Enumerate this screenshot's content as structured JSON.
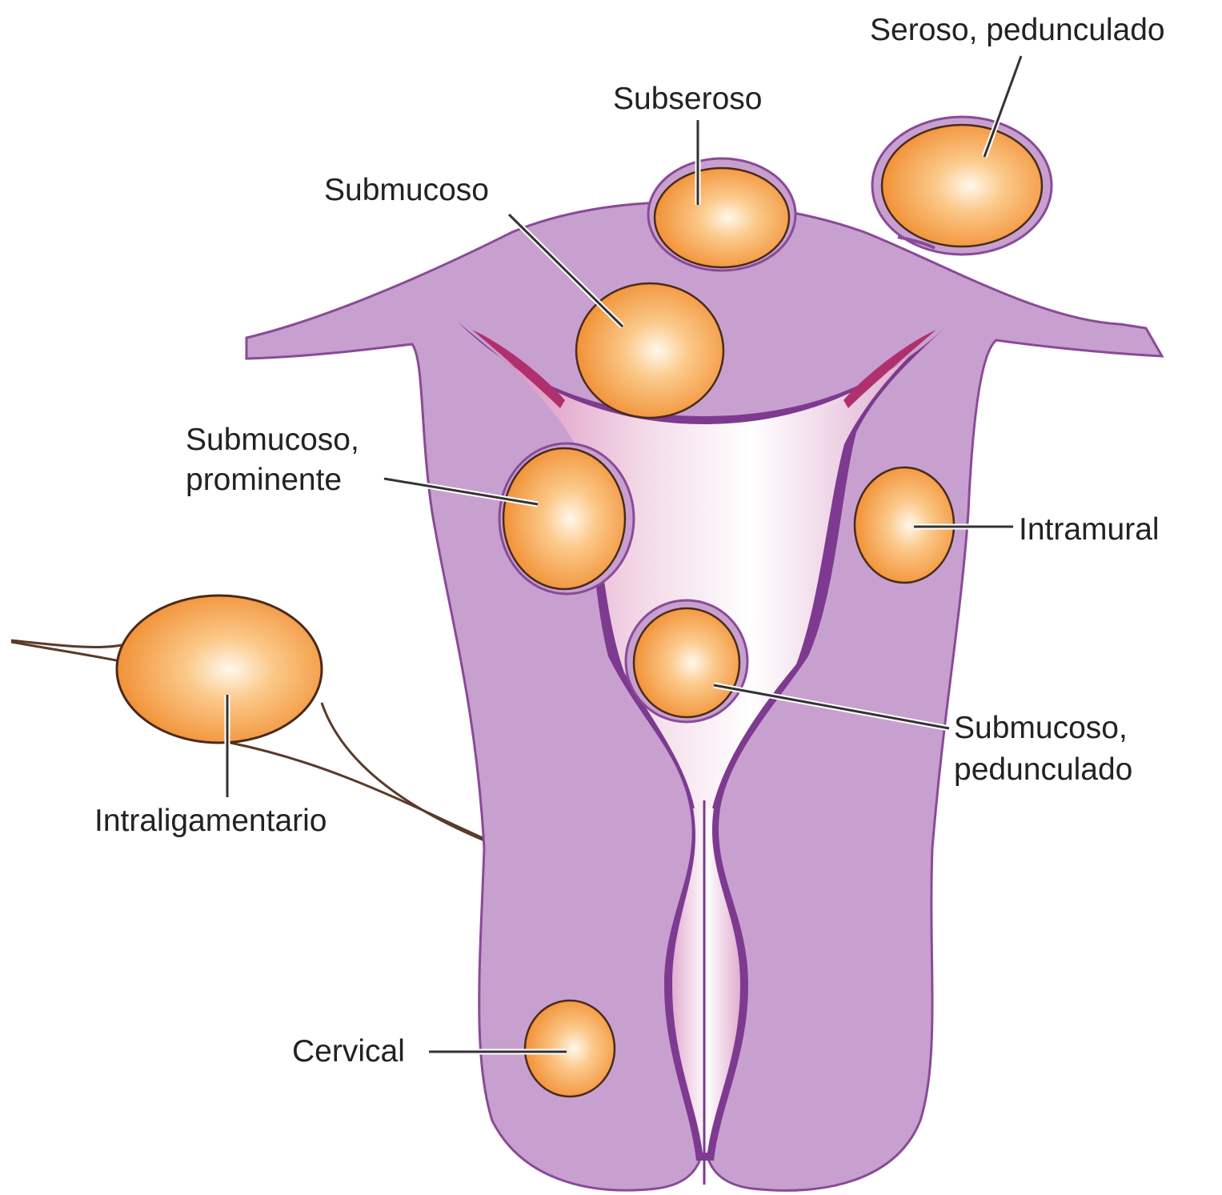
{
  "labels": {
    "seroso_pedunculado": "Seroso, pedunculado",
    "subseroso": "Subseroso",
    "submucoso": "Submucoso",
    "submucoso_prominente_line1": "Submucoso,",
    "submucoso_prominente_line2": "prominente",
    "intramural": "Intramural",
    "intraligamentario": "Intraligamentario",
    "submucoso_pedunculado_line1": "Submucoso,",
    "submucoso_pedunculado_line2": "pedunculado",
    "cervical": "Cervical"
  },
  "colors": {
    "uterus_wall": "#c8a0d0",
    "uterus_outline": "#8a4a98",
    "endometrium_lining": "#7d3a90",
    "cavity_light": "#f8eef4",
    "cavity_pink": "#d88ab8",
    "fibroid_center": "#fff6e6",
    "fibroid_edge": "#f08a2a",
    "fibroid_outline": "#4a2a1a",
    "ligament": "#5a3a2a"
  }
}
